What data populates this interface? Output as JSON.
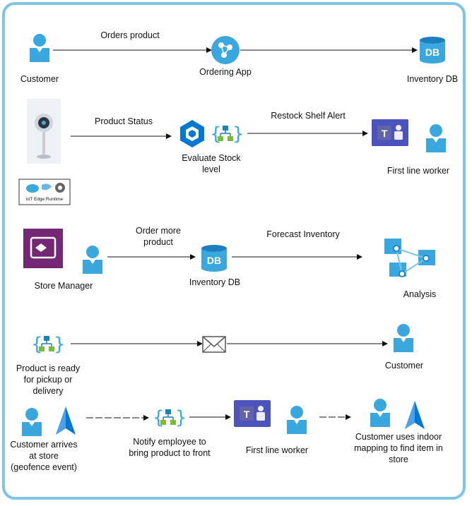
{
  "colors": {
    "border": "#7ec4e4",
    "person": "#3aa8de",
    "azure_blue": "#0078d4",
    "teams": "#4b53bc",
    "power_apps": "#742774",
    "logic_green": "#7cbb37",
    "arrow": "#111111"
  },
  "rows": [
    {
      "id": "ordering",
      "nodes": {
        "customer": {
          "label": "Customer",
          "icon": "person-icon"
        },
        "ordering_app": {
          "label": "Ordering App",
          "icon": "ordering-app-icon"
        },
        "inventory_db": {
          "label": "Inventory DB",
          "icon": "database-icon"
        }
      },
      "edges": {
        "orders_product": "Orders product"
      }
    },
    {
      "id": "stock",
      "nodes": {
        "camera": {
          "icon": "camera-sensor-icon"
        },
        "iot_edge": {
          "label": "IoT Edge Runtime",
          "icon": "iot-edge-icon"
        },
        "evaluate_stock": {
          "label": "Evaluate Stock level",
          "icon": "logic-app-icon"
        },
        "first_line_worker": {
          "label": "First line worker",
          "icon": "teams-icon"
        }
      },
      "edges": {
        "product_status": "Product Status",
        "restock_alert": "Restock Shelf Alert"
      }
    },
    {
      "id": "forecast",
      "nodes": {
        "store_manager": {
          "label": "Store Manager",
          "icon": "power-apps-icon"
        },
        "inventory_db": {
          "label": "Inventory DB",
          "icon": "database-icon"
        },
        "analysis": {
          "label": "Analysis",
          "icon": "analysis-icon"
        }
      },
      "edges": {
        "order_more": "Order more product",
        "forecast_inventory": "Forecast Inventory"
      }
    },
    {
      "id": "pickup",
      "nodes": {
        "product_ready": {
          "label": "Product is ready for pickup or delivery",
          "icon": "logic-app-icon"
        },
        "email": {
          "icon": "envelope-icon"
        },
        "customer": {
          "label": "Customer",
          "icon": "person-icon"
        }
      }
    },
    {
      "id": "in_store",
      "nodes": {
        "customer_arrives": {
          "label": "Customer arrives at store (geofence event)",
          "icon": "person-icon"
        },
        "notify_employee": {
          "label": "Notify employee to bring product to front",
          "icon": "logic-app-icon"
        },
        "first_line_worker": {
          "label": "First line worker",
          "icon": "teams-icon"
        },
        "customer_uses_mapping": {
          "label": "Customer uses indoor mapping to find item in store",
          "icon": "azure-maps-icon"
        }
      }
    }
  ]
}
